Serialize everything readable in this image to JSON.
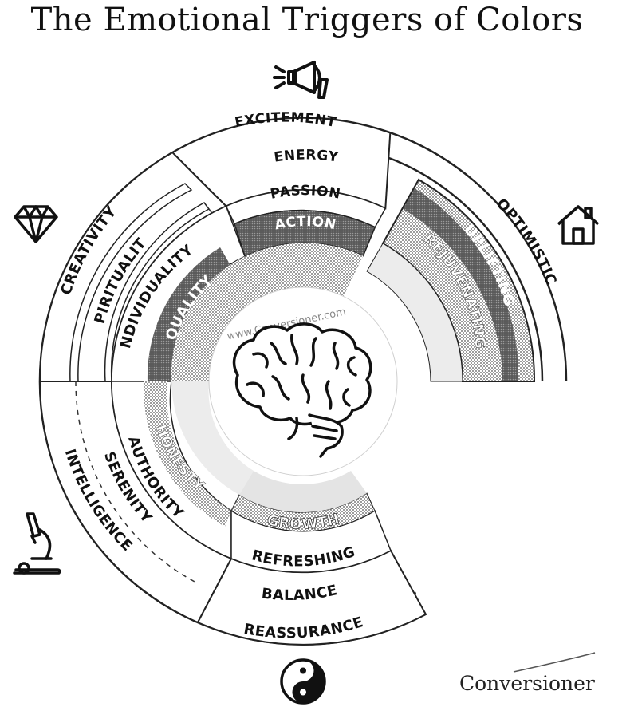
{
  "title": "The Emotional Triggers of Colors",
  "brand": "Conversioner",
  "watermark": "www.Conversioner.com",
  "icons": [
    "megaphone-icon",
    "diamond-icon",
    "house-icon",
    "microscope-icon",
    "yin-yang-icon",
    "brain-icon"
  ],
  "colors": {
    "ink": "#111111",
    "inner_band": "#6a6a6a",
    "inner_band_light": "#a8a8a8",
    "core_fill": "#dcdcdc",
    "outline": "#222222"
  },
  "sectors": [
    {
      "name": "red",
      "outer": "EXCITEMENT",
      "middle": "ENERGY",
      "inner": "PASSION",
      "band": "ACTION"
    },
    {
      "name": "yellow",
      "outer": "OPTIMISTIC",
      "middle": "UPLIFTING",
      "inner": "REJUVENATING"
    },
    {
      "name": "purple",
      "outer": "CREATIVITY",
      "middle": "SPIRITUALITY",
      "inner": "INDIVIDUALITY",
      "band": "QUALITY"
    },
    {
      "name": "blue",
      "outer": "INTELLIGENCE",
      "middle": "SERENITY",
      "inner": "AUTHORITY",
      "band": "HONESTY"
    },
    {
      "name": "green",
      "outer": "REASSURANCE",
      "middle": "BALANCE",
      "inner": "REFRESHING",
      "band": "GROWTH"
    }
  ]
}
